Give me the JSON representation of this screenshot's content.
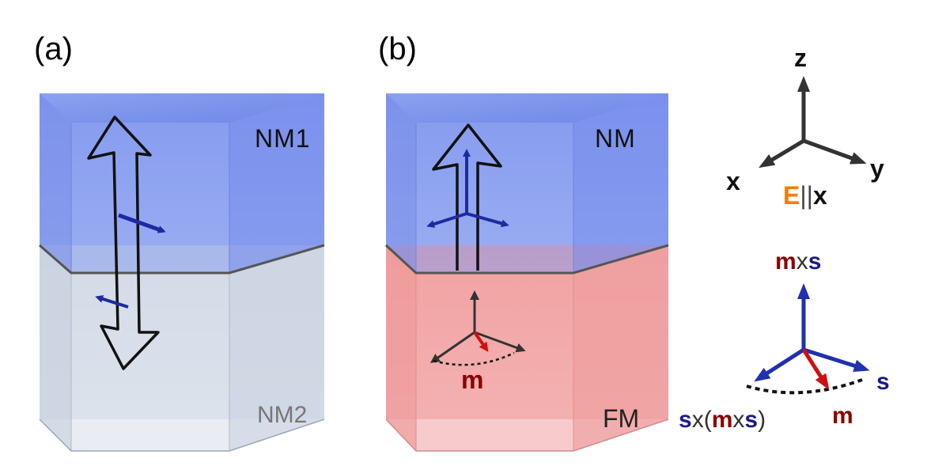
{
  "panels": {
    "a": {
      "label": "(a)",
      "top_layer": "NM1",
      "bottom_layer": "NM2"
    },
    "b": {
      "label": "(b)",
      "top_layer": "NM",
      "bottom_layer": "FM",
      "m_label": "m"
    }
  },
  "axes": {
    "z": "z",
    "x": "x",
    "y": "y",
    "field_E": "E",
    "field_parallel": "||",
    "field_x": "x"
  },
  "vectors": {
    "mxs_m": "m",
    "mxs_x": "x",
    "mxs_s": "s",
    "s_label": "s",
    "m_label": "m",
    "sxmxs_s": "s",
    "sxmxs_x": "x(",
    "sxmxs_m": "m",
    "sxmxs_x2": "x",
    "sxmxs_s2": "s",
    "sxmxs_close": ")"
  },
  "colors": {
    "nm_blue": "#7f96ee",
    "nm2_grey": "#c9d2e0",
    "fm_red": "#ef9a9a",
    "spin_blue": "#1e2aa0",
    "m_red": "#d01010",
    "dark_red": "#8b0000",
    "navy": "#1a1a8c",
    "orange": "#ff7a00",
    "axis_dark": "#333333"
  }
}
